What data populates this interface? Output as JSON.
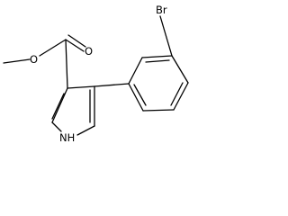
{
  "molecule": {
    "atom_labels": {
      "ester_oxygen": "O",
      "carbonyl_oxygen": "O",
      "bromine": "Br",
      "ring_nitrogen": "NH"
    }
  },
  "colors": {
    "bond": "#000000",
    "label": "#000000",
    "background": "#ffffff"
  }
}
